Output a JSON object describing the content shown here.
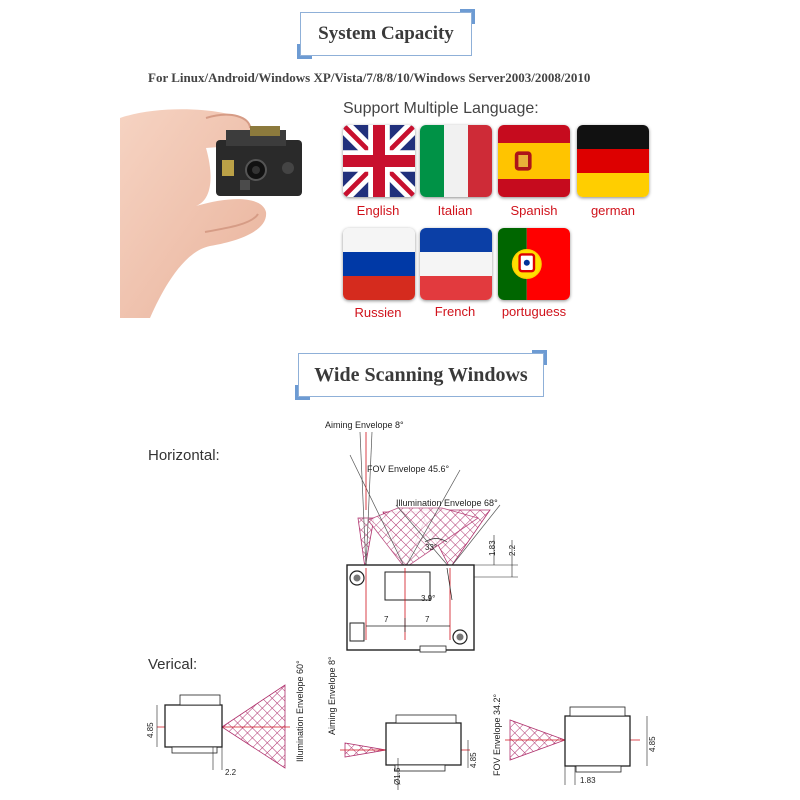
{
  "header": {
    "title": "System Capacity"
  },
  "systems": "For Linux/Android/Windows XP/Vista/7/8/8/10/Windows Server2003/2008/2010",
  "support_label": "Support Multiple Language:",
  "languages": [
    {
      "name": "English",
      "flag": "uk-flag-icon"
    },
    {
      "name": "Italian",
      "flag": "italy-flag-icon"
    },
    {
      "name": "Spanish",
      "flag": "spain-flag-icon"
    },
    {
      "name": "german",
      "flag": "germany-flag-icon"
    },
    {
      "name": "Russien",
      "flag": "russia-flag-icon"
    },
    {
      "name": "French",
      "flag": "france-flag-icon"
    },
    {
      "name": "portuguess",
      "flag": "portugal-flag-icon"
    }
  ],
  "section2": {
    "title": "Wide Scanning Windows"
  },
  "horizontal": {
    "label": "Horizontal:",
    "aiming": "Aiming Envelope 8°",
    "fov": "FOV Envelope 45.6°",
    "illum": "Illumination Envelope 68°",
    "angle": "33°",
    "offset_angle": "3.9°",
    "dim_a": "1.83",
    "dim_b": "2.2",
    "dim_c": "7",
    "dim_d": "7"
  },
  "vertical": {
    "label": "Verical:",
    "illum": "Illumination Envelope 60°",
    "aiming": "Aiming Envelope 8°",
    "fov": "FOV Envelope 34.2°",
    "dim_1": "4.85",
    "dim_2": "2.2",
    "dim_3": "Ø1.5",
    "dim_4": "4.85",
    "dim_5": "4.85",
    "dim_6": "1.83"
  },
  "colors": {
    "accent": "#d0121b",
    "frame": "#6d9bd3",
    "hatch": "#b0336e"
  }
}
